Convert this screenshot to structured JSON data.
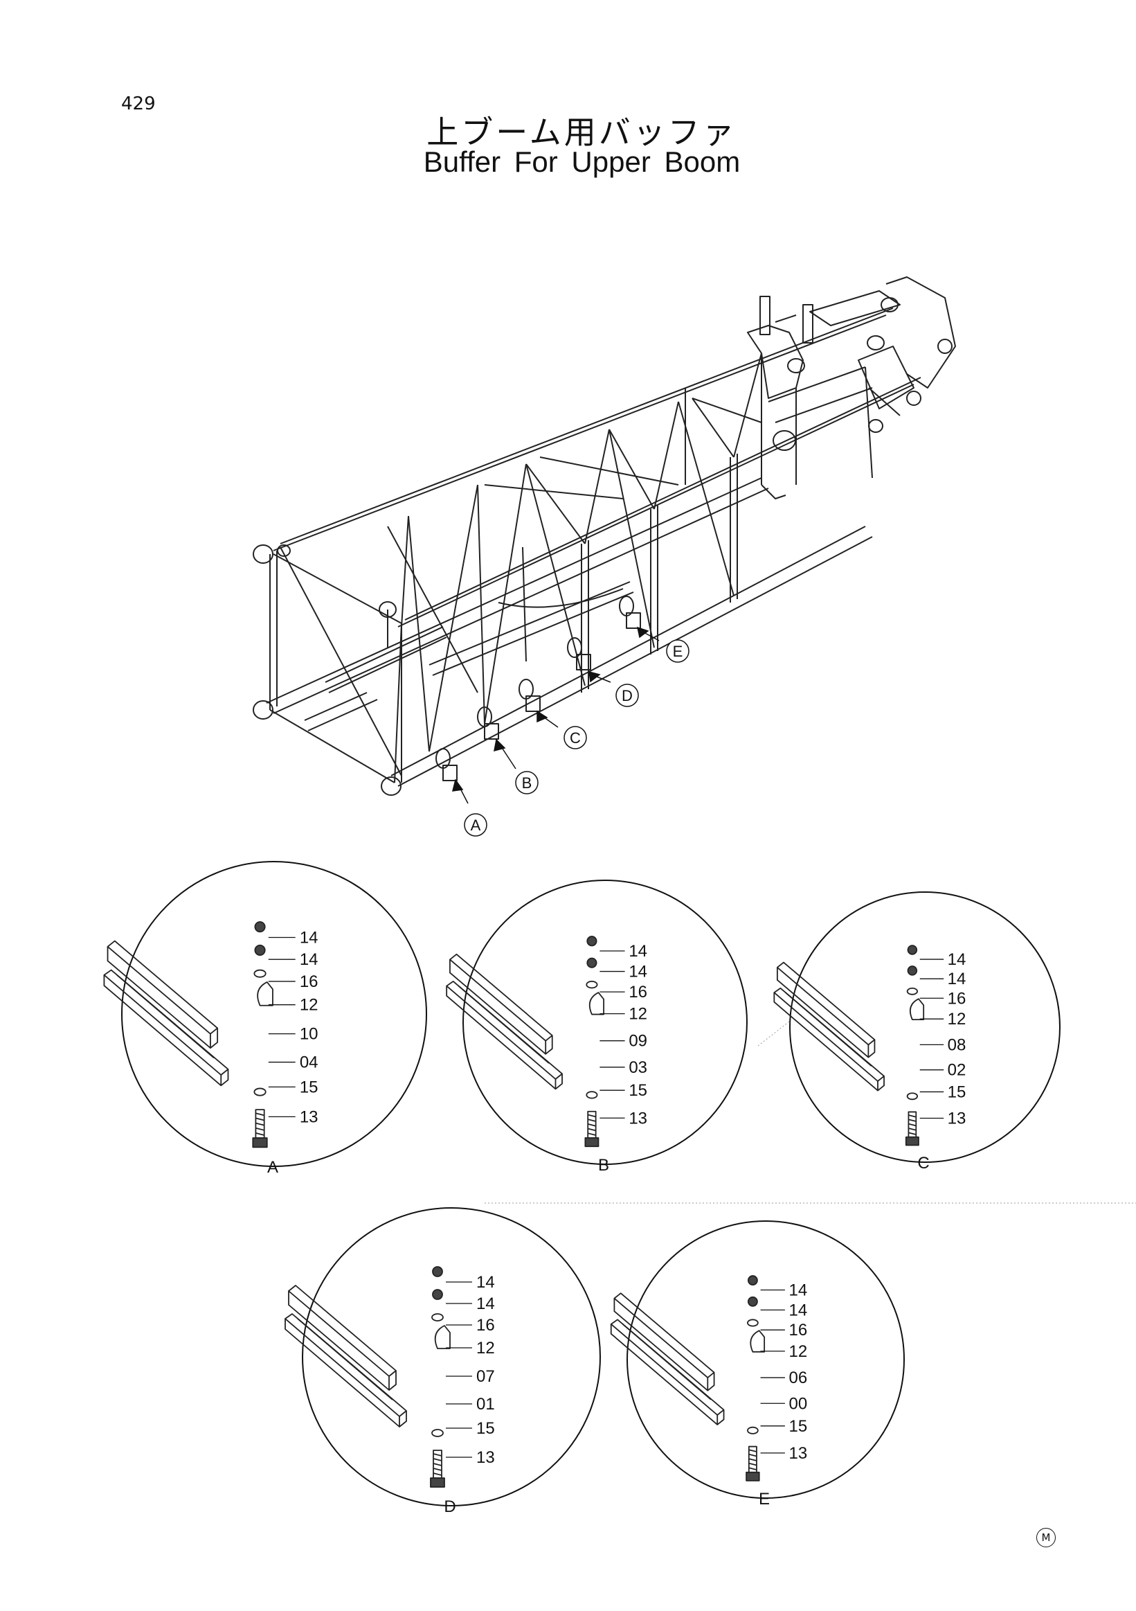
{
  "page_number": "429",
  "title_jp": "上ブーム用バッファ",
  "title_en": "Buffer For Upper Boom",
  "callouts": [
    "A",
    "B",
    "C",
    "D",
    "E"
  ],
  "details": [
    {
      "label": "A",
      "parts": [
        "14",
        "14",
        "16",
        "12",
        "10",
        "04",
        "15",
        "13"
      ]
    },
    {
      "label": "B",
      "parts": [
        "14",
        "14",
        "16",
        "12",
        "09",
        "03",
        "15",
        "13"
      ]
    },
    {
      "label": "C",
      "parts": [
        "14",
        "14",
        "16",
        "12",
        "08",
        "02",
        "15",
        "13"
      ]
    },
    {
      "label": "D",
      "parts": [
        "14",
        "14",
        "16",
        "12",
        "07",
        "01",
        "15",
        "13"
      ]
    },
    {
      "label": "E",
      "parts": [
        "14",
        "14",
        "16",
        "12",
        "06",
        "00",
        "15",
        "13"
      ]
    }
  ],
  "corner_mark": "M"
}
